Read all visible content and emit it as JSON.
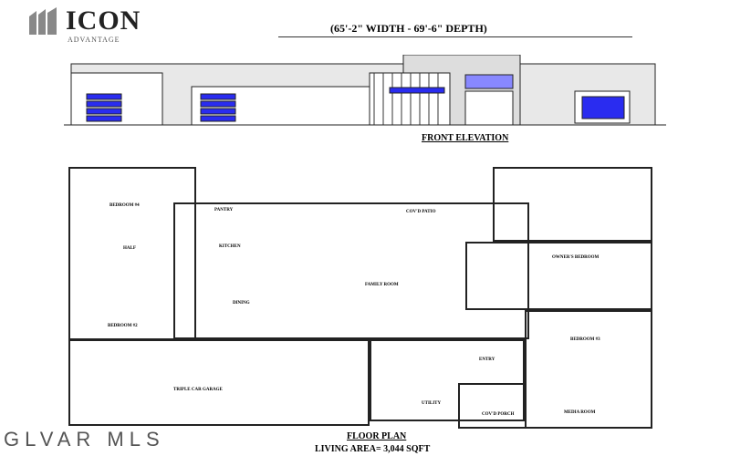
{
  "logo": {
    "name": "ICON",
    "sub": "ADVANTAGE"
  },
  "dimensions": "(65'-2\" WIDTH - 69'-6\" DEPTH)",
  "elevation": {
    "title": "FRONT ELEVATION"
  },
  "floor_plan": {
    "title": "FLOOR PLAN",
    "living_area": "LIVING AREA= 3,044 SQFT",
    "rooms": {
      "bedroom4": "BEDROOM #4",
      "pantry": "PANTRY",
      "patio": "COV'D PATIO",
      "kitchen": "KITCHEN",
      "dining": "DINING",
      "family": "FAMILY ROOM",
      "bedroom2": "BEDROOM #2",
      "owners": "OWNER'S BEDROOM",
      "bedroom3": "BEDROOM #3",
      "garage": "TRIPLE CAR GARAGE",
      "utility": "UTILITY",
      "entry": "ENTRY",
      "porch": "COV'D PORCH",
      "media": "MEDIA ROOM",
      "half": "HALF"
    }
  },
  "watermark": "GLVAR MLS",
  "colors": {
    "glass": "#2a2cf0",
    "lines": "#222222"
  }
}
